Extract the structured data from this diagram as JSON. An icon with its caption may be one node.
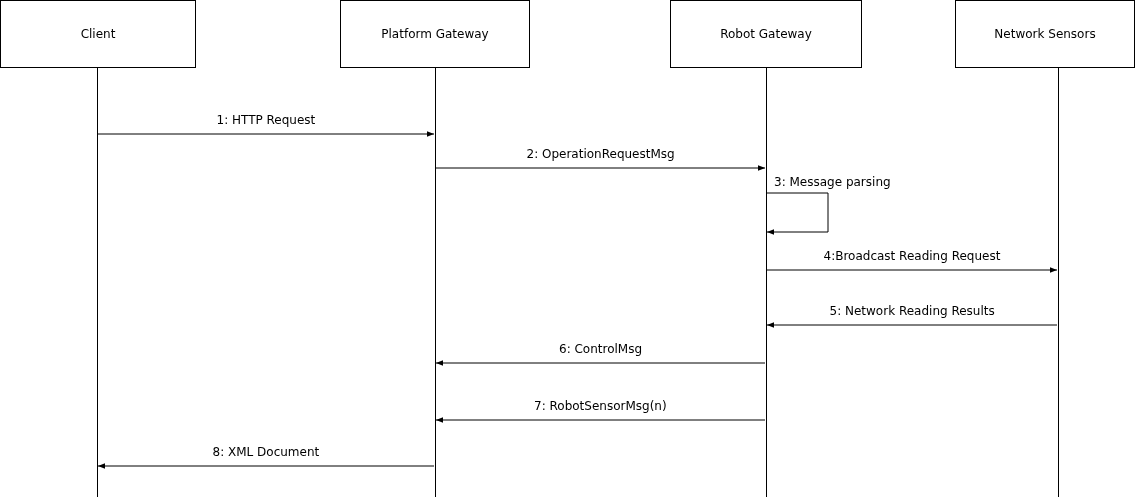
{
  "diagram": {
    "nodes": [
      {
        "text": [
          "Client"
        ]
      },
      {
        "text": [
          "Platform Gateway"
        ]
      },
      {
        "text": [
          "Robot Gateway"
        ]
      },
      {
        "text": [
          "Network Sensors"
        ]
      }
    ],
    "edges": [
      {
        "from": 0,
        "to": 1,
        "arrow": "to",
        "label": "1: HTTP Request"
      },
      {
        "from": 1,
        "to": 2,
        "arrow": "to",
        "label": "2: OperationRequestMsg"
      },
      {
        "from": 2,
        "to": 2,
        "arrow": "to",
        "label": "3: Message parsing"
      },
      {
        "from": 2,
        "to": 3,
        "arrow": "to",
        "label": "4:Broadcast Reading Request"
      },
      {
        "from": 3,
        "to": 2,
        "arrow": "to",
        "label": "5: Network Reading Results"
      },
      {
        "from": 2,
        "to": 1,
        "arrow": "to",
        "label": "6: ControlMsg"
      },
      {
        "from": 2,
        "to": 1,
        "arrow": "to",
        "label": "7: RobotSensorMsg(n)"
      },
      {
        "from": 1,
        "to": 0,
        "arrow": "to",
        "label": "8: XML Document"
      }
    ]
  }
}
